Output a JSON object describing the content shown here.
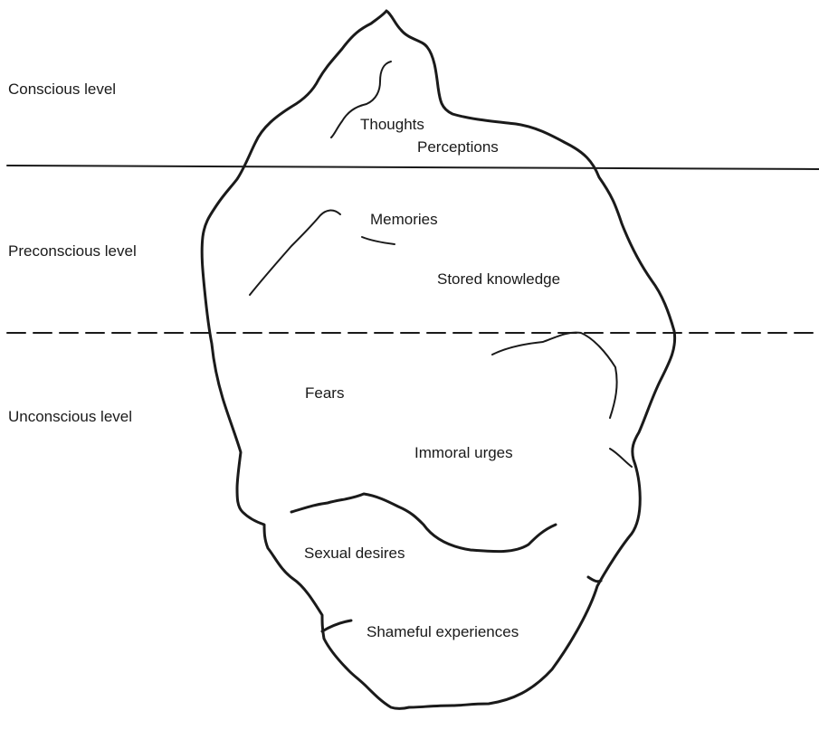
{
  "levels": {
    "conscious": "Conscious level",
    "preconscious": "Preconscious level",
    "unconscious": "Unconscious level"
  },
  "labels": {
    "thoughts": "Thoughts",
    "perceptions": "Perceptions",
    "memories": "Memories",
    "stored_knowledge": "Stored knowledge",
    "fears": "Fears",
    "immoral_urges": "Immoral urges",
    "sexual_desires": "Sexual desires",
    "shameful_experiences": "Shameful experiences"
  }
}
